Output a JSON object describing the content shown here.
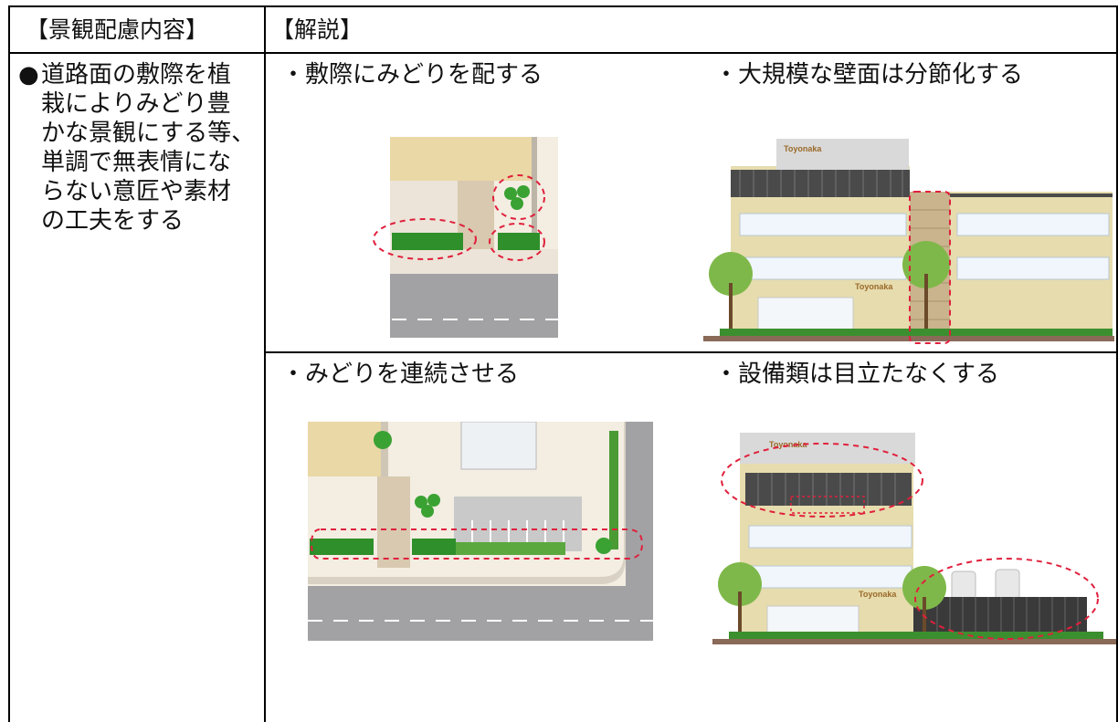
{
  "header": {
    "left_label": "【景観配慮内容】",
    "right_label": "【解説】"
  },
  "measures": {
    "bullet": "●",
    "lines": [
      "道路面の敷際を植",
      "栽によりみどり豊",
      "かな景観にする等、",
      "単調で無表情にな",
      "らない意匠や素材",
      "の工夫をする"
    ]
  },
  "panels": {
    "p1": {
      "caption": "・敷際にみどりを配する"
    },
    "p2": {
      "caption": "・大規模な壁面は分節化する",
      "sign_top": "Toyonaka",
      "sign_mid": "Toyonaka"
    },
    "p3": {
      "caption": "・みどりを連続させる"
    },
    "p4": {
      "caption": "・設備類は目立たなくする",
      "sign_top": "Toyonaka",
      "sign_mid": "Toyonaka"
    }
  },
  "colors": {
    "grid_line": "#000000",
    "highlight_dash": "#e0203c",
    "greenery": "#2f8f2a",
    "road": "#9a9a9c",
    "building": "#e6dcae"
  }
}
